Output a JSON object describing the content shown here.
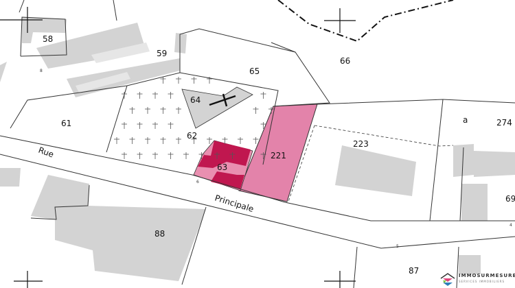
{
  "parcels": {
    "p58": "58",
    "p59": "59",
    "p65": "65",
    "p66": "66",
    "p61": "61",
    "p64": "64",
    "p62": "62",
    "p63": "63",
    "p221": "221",
    "p223": "223",
    "pa": "a",
    "p274": "274",
    "p69": "69",
    "p88": "88",
    "p87": "87"
  },
  "street": {
    "word1": "Rue",
    "word2": "Principale"
  },
  "house_numbers": {
    "n6": "6",
    "n5": "5",
    "n4": "4",
    "n8": "8"
  },
  "colors": {
    "selected_parcel": "#e383aa",
    "selected_building": "#c0174f",
    "building": "#d3d3d3",
    "building_light": "#e6e6e6"
  },
  "logo": {
    "name": "IMMOSURMESURE",
    "tagline": "SERVICES IMMOBILIERS"
  }
}
